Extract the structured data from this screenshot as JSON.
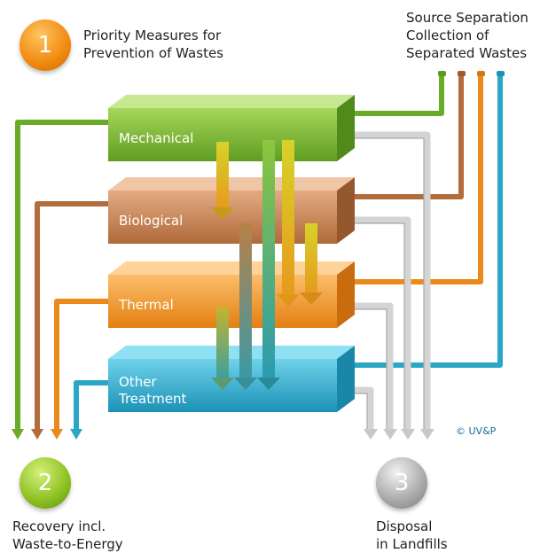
{
  "priority": {
    "number": "1",
    "text": "Priority Measures for\nPrevention of Wastes",
    "color": "#f08a10"
  },
  "source_separation": {
    "text": "Source Separation\nCollection of\nSeparated Wastes"
  },
  "recovery": {
    "number": "2",
    "text": "Recovery incl.\nWaste-to-Energy",
    "color": "#8cc020"
  },
  "disposal": {
    "number": "3",
    "text": "Disposal\nin Landfills",
    "color": "#a0a0a0"
  },
  "treatments": [
    {
      "label": "Mechanical",
      "color": "#7bbf30"
    },
    {
      "label": "Biological",
      "color": "#c97e4a"
    },
    {
      "label": "Thermal",
      "color": "#f09830"
    },
    {
      "label": "Other\nTreatment",
      "color": "#2eaed0"
    }
  ],
  "copyright": "© UV&P",
  "colors": {
    "green": "#78b82a",
    "brown": "#b86e3c",
    "orange": "#ee8a1e",
    "blue": "#2aa8c8",
    "grey": "#cfcfcf"
  }
}
